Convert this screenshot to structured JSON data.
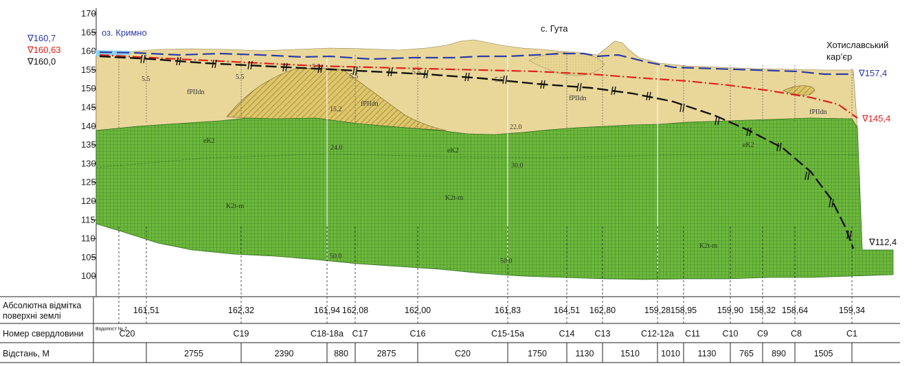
{
  "y_axis": {
    "ticks": [
      "170",
      "165",
      "160",
      "155",
      "150",
      "145",
      "140",
      "135",
      "130",
      "125",
      "120",
      "115",
      "110",
      "105",
      "100"
    ]
  },
  "places": {
    "lake": "оз. Кримно",
    "village": "с. Гута",
    "quarry_line1": "Хотиславський",
    "quarry_line2": "кар’єр"
  },
  "levels": {
    "left_blue": "∇160,7",
    "left_red": "∇160,63",
    "left_black": "∇160,0",
    "right_blue": "∇157,4",
    "right_red": "∇145,4",
    "right_black": "∇112,4"
  },
  "colors": {
    "sand": "#e9d79a",
    "loam": "#ddc56a",
    "bedrock": "#6cb83c",
    "blue_line": "#2a3aa8",
    "red_line": "#e0201a",
    "black_line": "#111111",
    "lake": "#8fd3ea"
  },
  "geology_labels": {
    "sand1": "fPIIdn",
    "sand2": "fPIIdn",
    "sand3": "fPIIdn",
    "sand4": "fPIIdn",
    "chalk1": "eK2",
    "chalk2": "eK2",
    "chalk3": "eK2",
    "marl1": "K2t-m",
    "marl2": "K2t-m",
    "marl3": "K2t-m"
  },
  "depths": {
    "d1": "5.5",
    "d2": "5.5",
    "d3": "5.5",
    "d4": "5.5",
    "d5": "5.5",
    "d6": "5.5",
    "d7": "15.2",
    "d8": "22.0",
    "d9": "24.0",
    "d10": "30.0",
    "d11": "50.0",
    "d12": "50.0"
  },
  "table": {
    "row1_label_a": "Абсолютна відмітка",
    "row1_label_b": "поверхні землі",
    "row2_label": "Номер свердловини",
    "row3_label": "Відстань, М",
    "gauge_label": "Водопост № 2",
    "elevations": [
      "161,51",
      "162,32",
      "161,94",
      "162,08",
      "162,00",
      "161,83",
      "164,51",
      "162,80",
      "159,28",
      "158,95",
      "159,90",
      "158,32",
      "158,64",
      "159,34"
    ],
    "wells": [
      "C20",
      "C19",
      "C18-18a",
      "C17",
      "C16",
      "C15-15a",
      "C14",
      "C13",
      "C12-12a",
      "C11",
      "C10",
      "C9",
      "C8",
      "C1"
    ],
    "distances": [
      "2755",
      "2390",
      "880",
      "2875",
      "C20",
      "1750",
      "1130",
      "1510",
      "1010",
      "1130",
      "765",
      "890",
      "1505"
    ]
  }
}
